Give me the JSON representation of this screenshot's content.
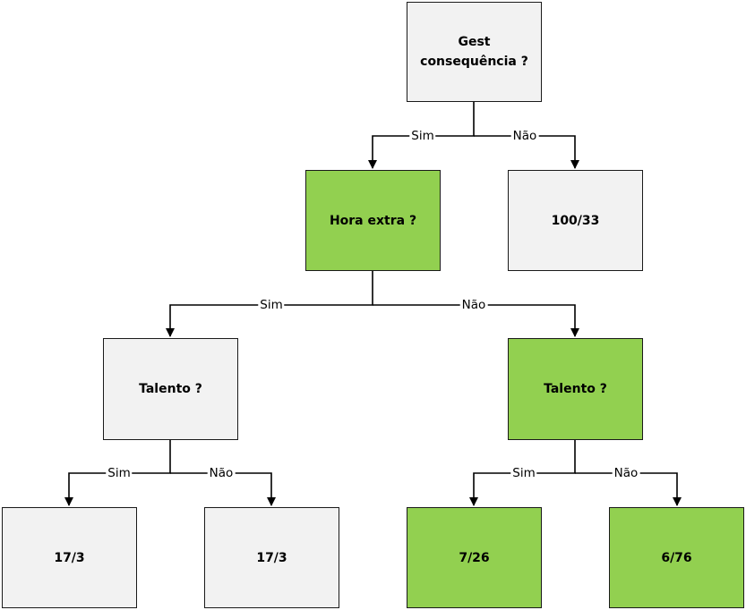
{
  "colors": {
    "highlight": "#92d050",
    "default": "#f2f2f2",
    "border": "#1a1a1a"
  },
  "nodes": {
    "root": {
      "line1": "Gest",
      "line2": "consequência ?",
      "style": "gray"
    },
    "hora_extra": {
      "label": "Hora extra ?",
      "style": "green"
    },
    "leaf_100_33": {
      "label": "100/33",
      "style": "gray"
    },
    "talento_left": {
      "label": "Talento ?",
      "style": "gray"
    },
    "talento_right": {
      "label": "Talento ?",
      "style": "green"
    },
    "leaf_17_3_a": {
      "label": "17/3",
      "style": "gray"
    },
    "leaf_17_3_b": {
      "label": "17/3",
      "style": "gray"
    },
    "leaf_7_26": {
      "label": "7/26",
      "style": "green"
    },
    "leaf_6_76": {
      "label": "6/76",
      "style": "green"
    }
  },
  "edges": {
    "root_sim": "Sim",
    "root_nao": "Não",
    "hora_sim": "Sim",
    "hora_nao": "Não",
    "tl_sim": "Sim",
    "tl_nao": "Não",
    "tr_sim": "Sim",
    "tr_nao": "Não"
  }
}
